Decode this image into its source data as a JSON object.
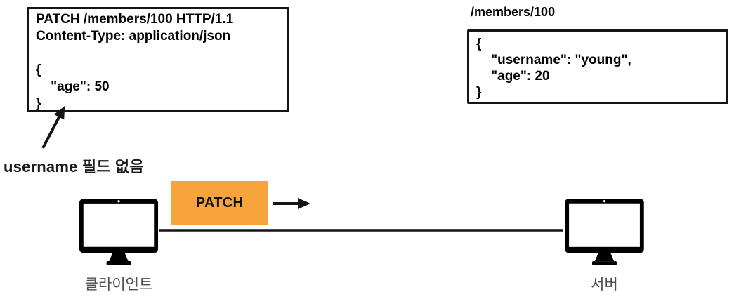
{
  "request_box": {
    "lines": [
      "PATCH /members/100 HTTP/1.1",
      "Content-Type: application/json",
      " ",
      "{",
      "    \"age\": 50",
      "}"
    ]
  },
  "resource_box": {
    "path_label": "/members/100",
    "lines": [
      "{",
      "    \"username\": \"young\",",
      "    \"age\": 20",
      "}"
    ]
  },
  "annotation": {
    "text": "username 필드 없음"
  },
  "message": {
    "label": "PATCH"
  },
  "nodes": {
    "client_label": "클라이언트",
    "server_label": "서버"
  },
  "colors": {
    "message_orange": "#F7A43D",
    "ink_black": "#141414",
    "label_gray": "#4D4D4D"
  }
}
